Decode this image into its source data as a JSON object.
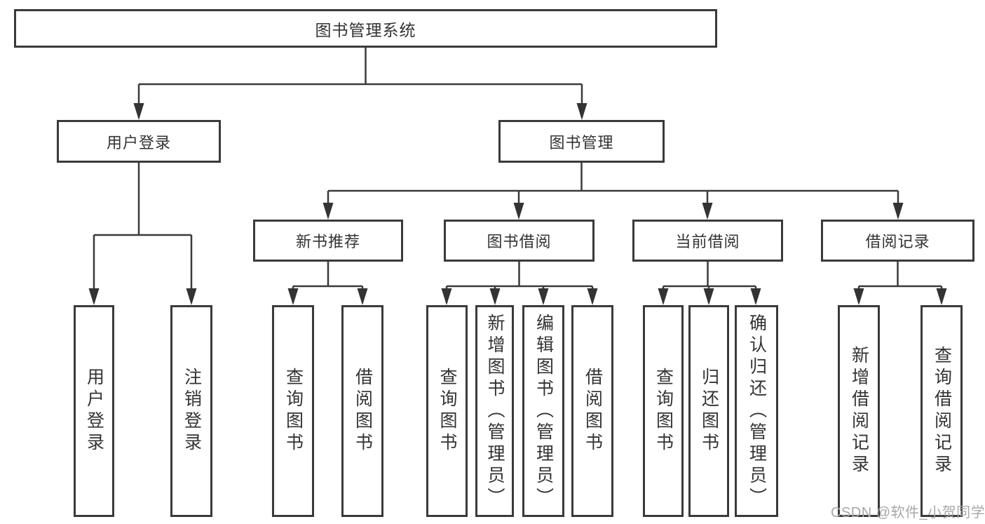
{
  "colors": {
    "background": "#ffffff",
    "line": "#3a3a3a",
    "box_border": "#3a3a3a",
    "box_fill": "#ffffff",
    "text": "#333333",
    "watermark": "#a8a8a8"
  },
  "diagram": {
    "type": "tree",
    "root": {
      "label": "图书管理系统",
      "children": [
        {
          "label": "用户登录",
          "children": [
            {
              "label": "用户登录"
            },
            {
              "label": "注销登录"
            }
          ]
        },
        {
          "label": "图书管理",
          "children": [
            {
              "label": "新书推荐",
              "children": [
                {
                  "label": "查询图书"
                },
                {
                  "label": "借阅图书"
                }
              ]
            },
            {
              "label": "图书借阅",
              "children": [
                {
                  "label": "查询图书"
                },
                {
                  "label": "新增图书（管理员）"
                },
                {
                  "label": "编辑图书（管理员）"
                },
                {
                  "label": "借阅图书"
                }
              ]
            },
            {
              "label": "当前借阅",
              "children": [
                {
                  "label": "查询图书"
                },
                {
                  "label": "归还图书"
                },
                {
                  "label": "确认归还（管理员）"
                }
              ]
            },
            {
              "label": "借阅记录",
              "children": [
                {
                  "label": "新增借阅记录"
                },
                {
                  "label": "查询借阅记录"
                }
              ]
            }
          ]
        }
      ]
    }
  },
  "watermark": {
    "text": "CSDN @软件_小贺同学"
  }
}
